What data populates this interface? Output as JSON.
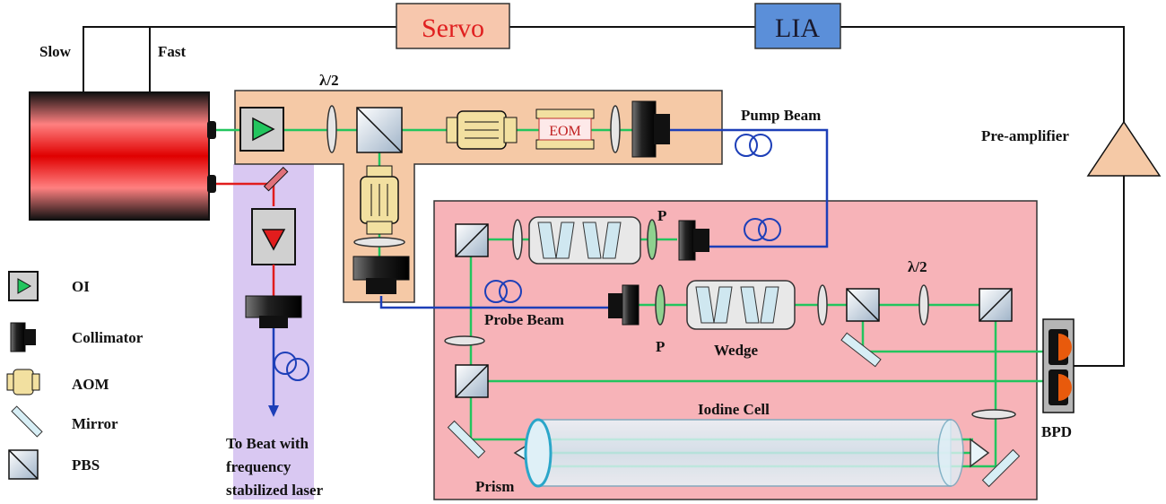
{
  "controls": {
    "servo": "Servo",
    "lia": "LIA",
    "slow": "Slow",
    "fast": "Fast",
    "preamplifier": "Pre-amplifier",
    "bpd": "BPD"
  },
  "optics": {
    "half_wave_top": "λ/2",
    "half_wave_right": "λ/2",
    "eom": "EOM",
    "pump_beam": "Pump Beam",
    "probe_beam": "Probe Beam",
    "polarizer_top": "P",
    "polarizer_bottom": "P",
    "wedge": "Wedge",
    "iodine_cell": "Iodine Cell",
    "prism": "Prism"
  },
  "beat": {
    "line1": "To Beat with",
    "line2": "frequency",
    "line3": "stabilized laser"
  },
  "legend": [
    {
      "label": "OI",
      "icon": "optical-isolator-icon"
    },
    {
      "label": "Collimator",
      "icon": "collimator-icon"
    },
    {
      "label": "AOM",
      "icon": "aom-icon"
    },
    {
      "label": "Mirror",
      "icon": "mirror-icon"
    },
    {
      "label": "PBS",
      "icon": "pbs-icon"
    }
  ],
  "colors": {
    "laser_beam": "#22c55e",
    "fiber": "#1d3fb8",
    "red_beam": "#e11d1d",
    "laser_box": "#111111",
    "top_platform": "#f5c9a6",
    "spectroscopy_platform": "#f7b3b8",
    "beat_region": "#d9c8f2"
  }
}
